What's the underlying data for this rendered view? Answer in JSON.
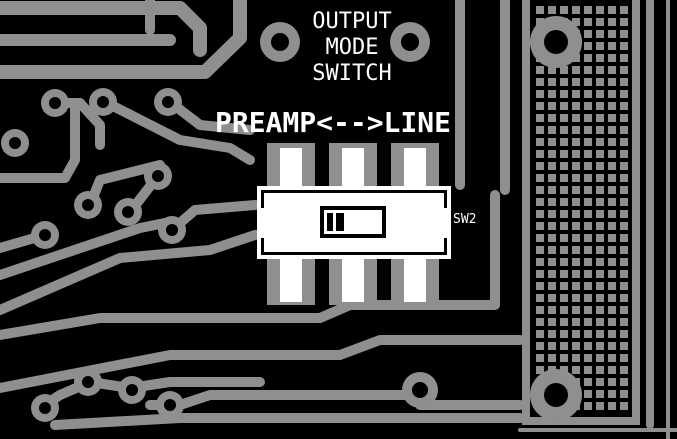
{
  "view": {
    "type": "pcb-layout",
    "colors": {
      "background": "#000000",
      "copper": "#8f8f8f",
      "silkscreen": "#ffffff",
      "hole": "#000000"
    }
  },
  "silkscreen": {
    "title_lines": [
      "OUTPUT",
      "MODE",
      "SWITCH"
    ],
    "mode_label": "PREAMP<-->LINE",
    "designator": "SW2"
  }
}
